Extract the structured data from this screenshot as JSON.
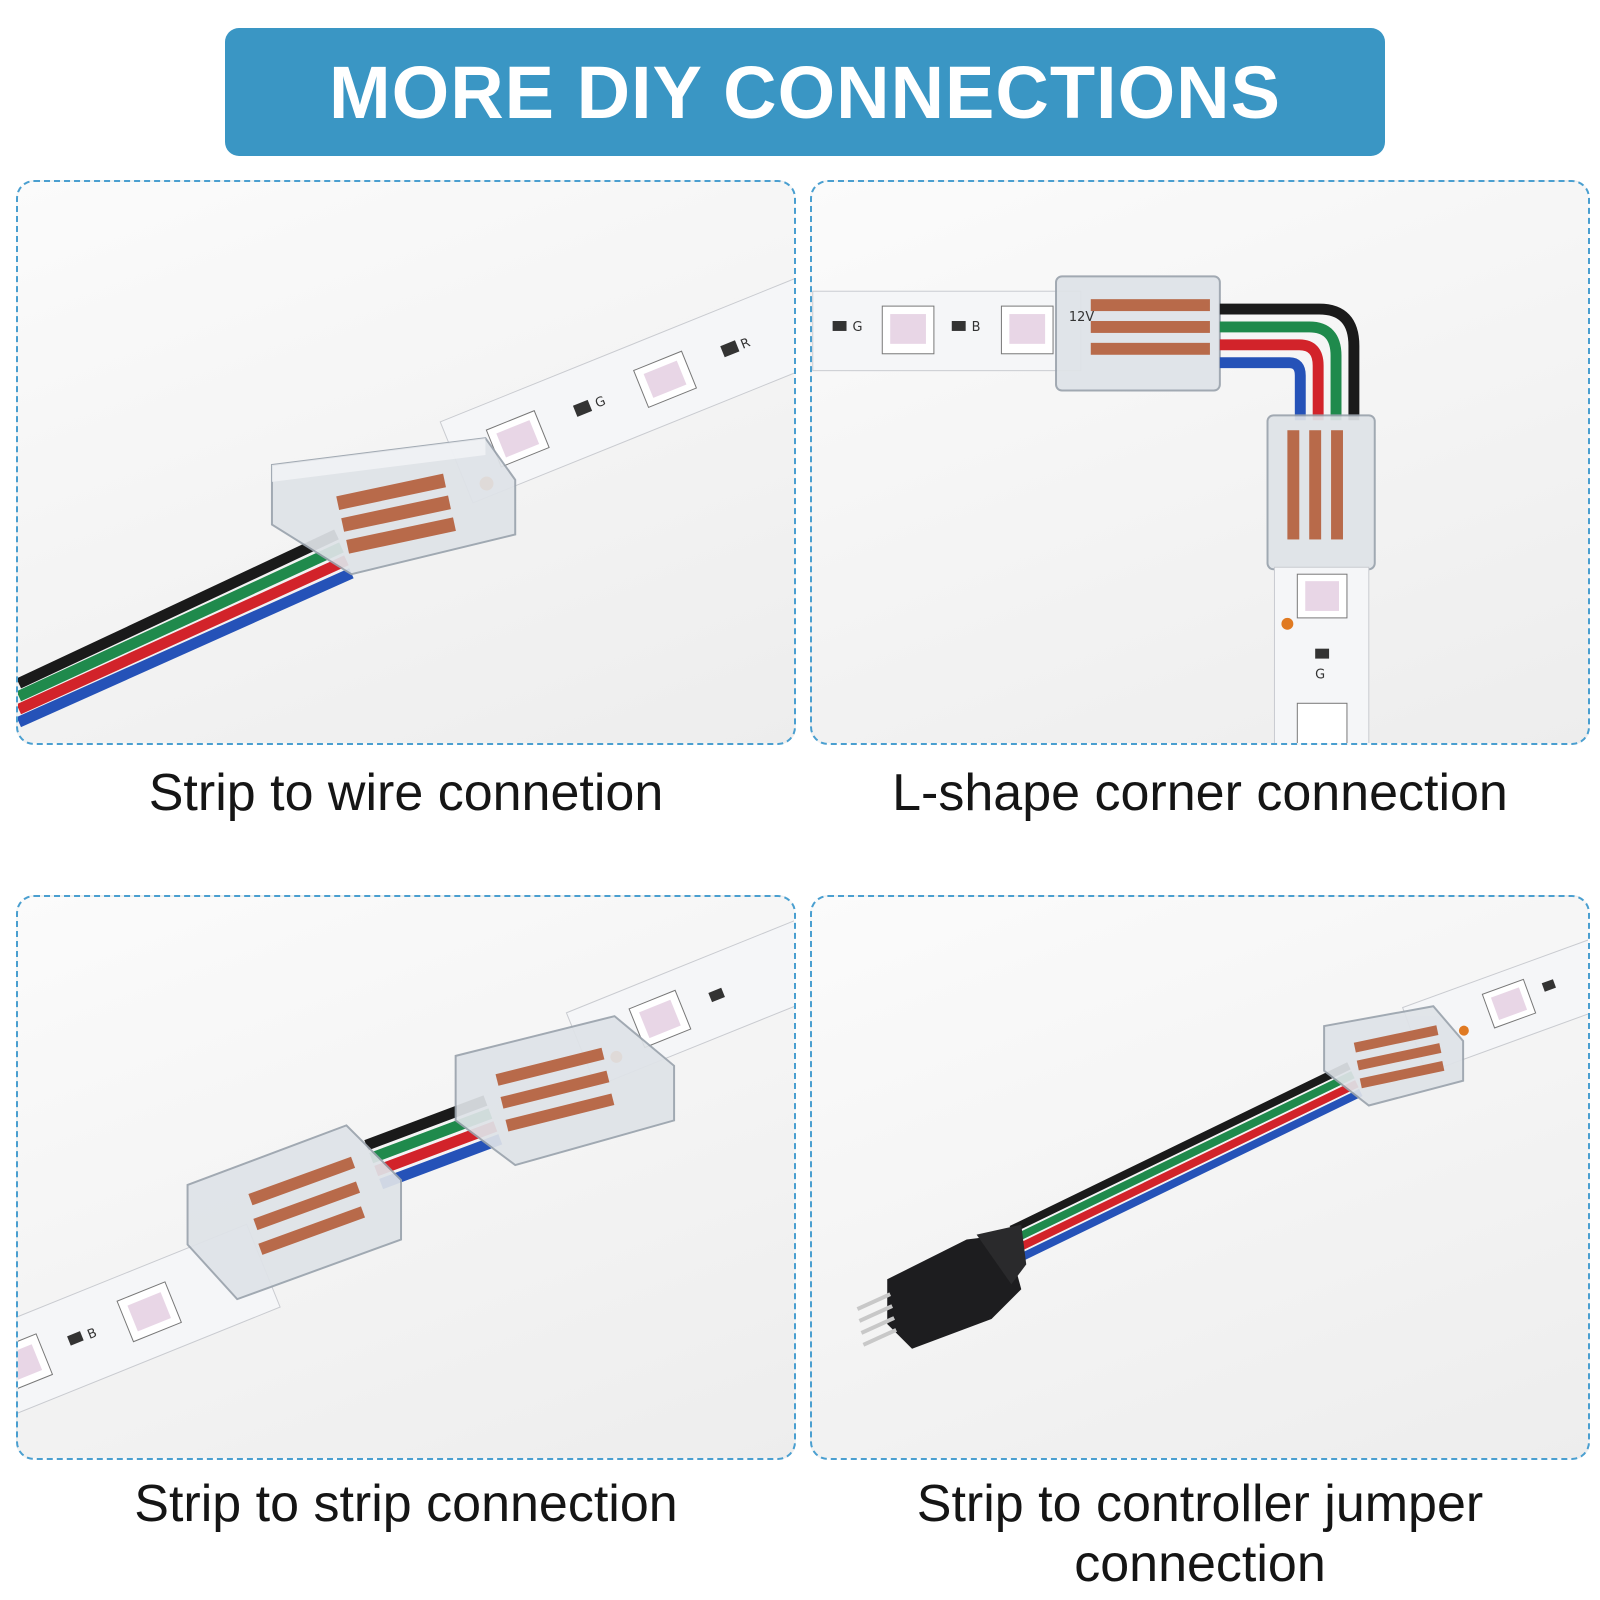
{
  "header": {
    "title": "MORE DIY CONNECTIONS"
  },
  "panels": [
    {
      "caption": "Strip to wire connetion"
    },
    {
      "caption": "L-shape corner connection"
    },
    {
      "caption": "Strip to strip connection"
    },
    {
      "caption": "Strip to controller jumper connection"
    }
  ],
  "strip_labels": {
    "g": "G",
    "b": "B",
    "r": "R",
    "v": "12V"
  },
  "colors": {
    "banner": "#3a96c4",
    "panel_border": "#4a9fd0",
    "wire_black": "#1a1a1a",
    "wire_green": "#1f8a4c",
    "wire_red": "#d2232a",
    "wire_blue": "#2552b8"
  }
}
